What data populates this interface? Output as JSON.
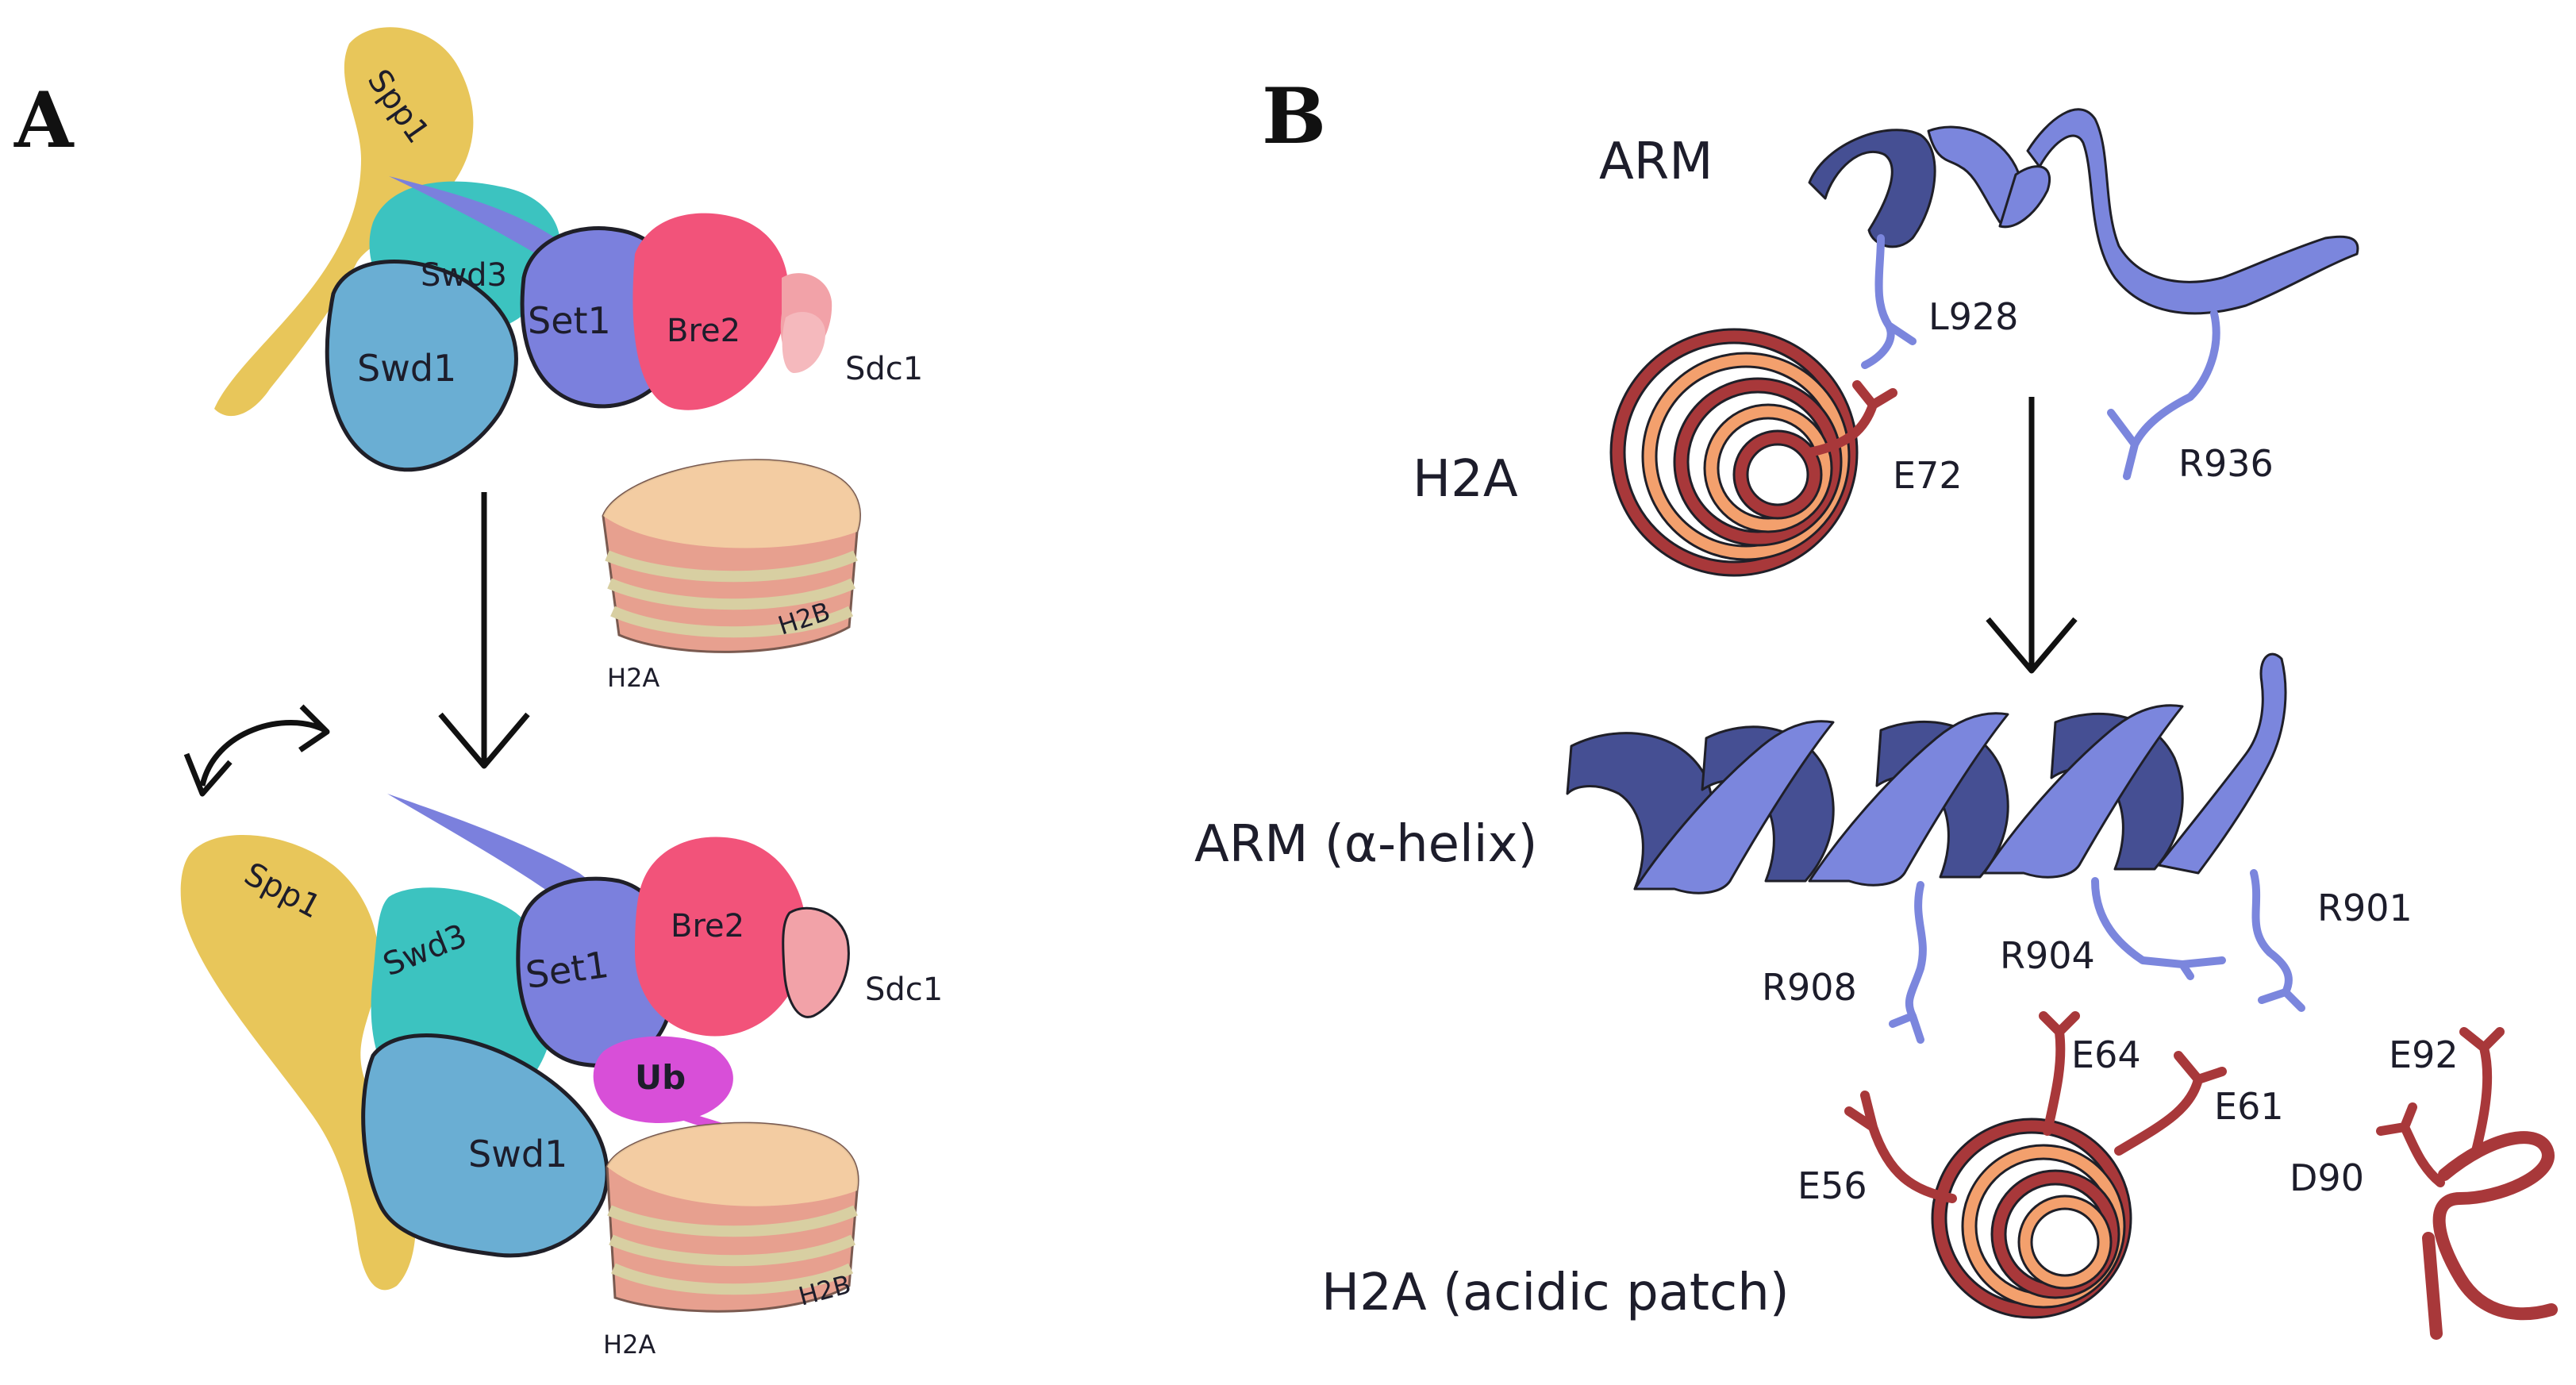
{
  "colors": {
    "spp1": "#e8c65a",
    "swd3": "#3cc3c0",
    "swd1": "#6aaed3",
    "set1": "#7b80dd",
    "bre2": "#f2537a",
    "sdc1": "#f2a2a8",
    "ub": "#d84fd8",
    "arm_light": "#7b86dd",
    "arm_dark": "#454f93",
    "h2a_dark": "#a8383a",
    "h2a_light": "#f3a06d"
  },
  "panelA": {
    "letter": "A",
    "top": {
      "spp1": "Spp1",
      "swd3": "Swd3",
      "set1": "Set1",
      "bre2": "Bre2",
      "swd1": "Swd1",
      "sdc1": "Sdc1",
      "h2a": "H2A",
      "h2b": "H2B"
    },
    "bottom": {
      "spp1": "Spp1",
      "swd3": "Swd3",
      "set1": "Set1",
      "bre2": "Bre2",
      "swd1": "Swd1",
      "sdc1": "Sdc1",
      "ub": "Ub",
      "h2a": "H2A",
      "h2b": "H2B"
    }
  },
  "panelB": {
    "letter": "B",
    "top": {
      "arm": "ARM",
      "l928": "L928",
      "h2a": "H2A",
      "e72": "E72",
      "r936": "R936"
    },
    "bottom": {
      "arm_helix": "ARM (α-helix)",
      "r908": "R908",
      "r904": "R904",
      "r901": "R901",
      "e64": "E64",
      "e61": "E61",
      "e92": "E92",
      "e56": "E56",
      "d90": "D90",
      "h2a_patch": "H2A (acidic patch)"
    }
  }
}
